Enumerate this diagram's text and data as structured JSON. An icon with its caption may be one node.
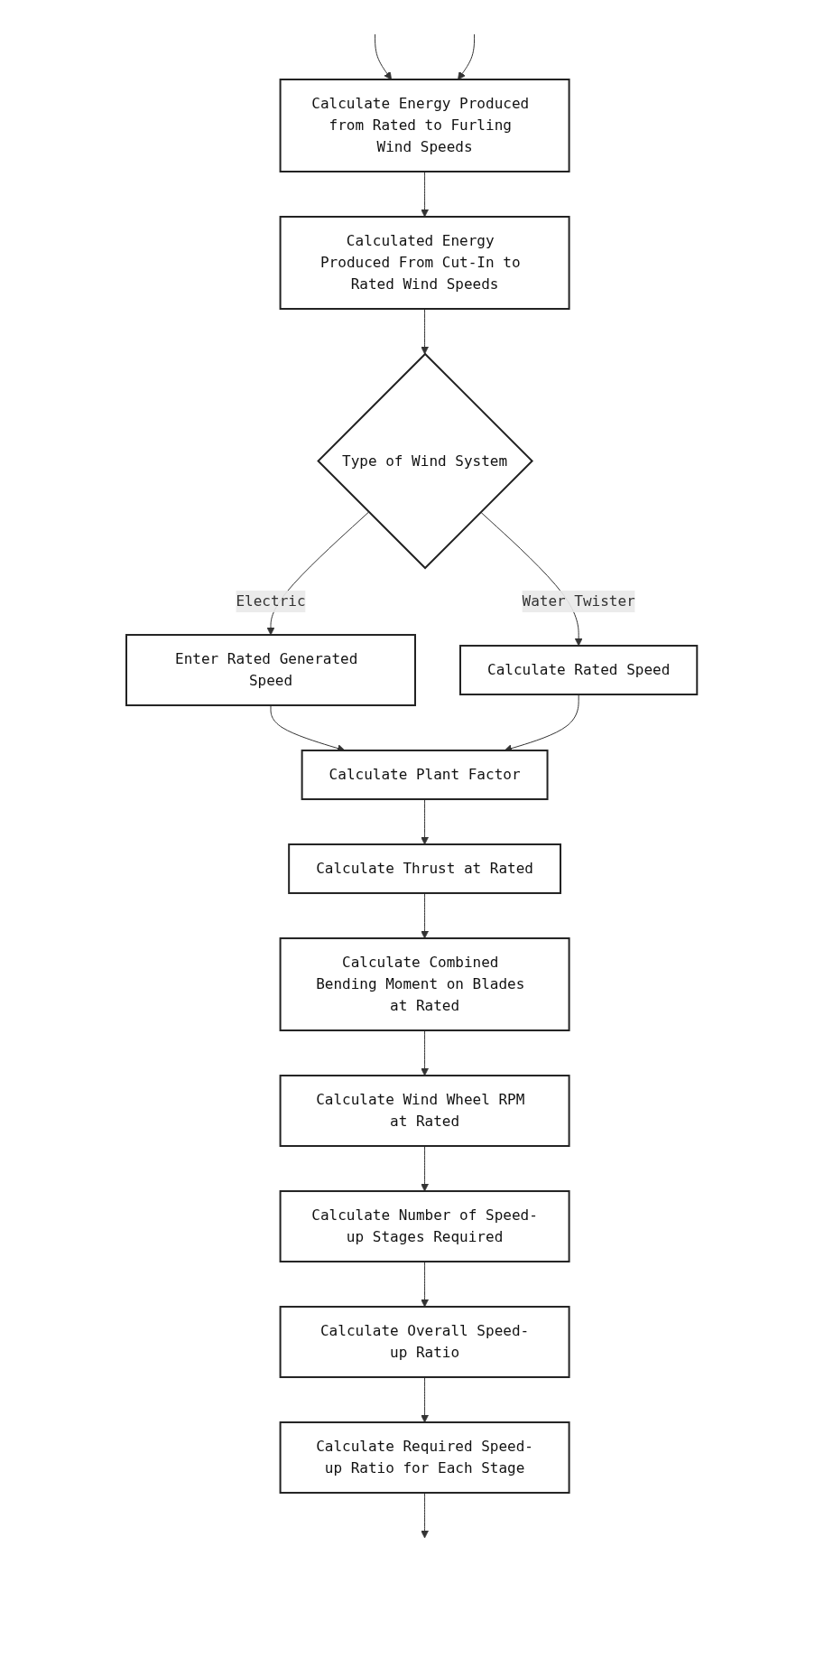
{
  "diagram": {
    "nodes": [
      {
        "text": [
          "Calculate Energy Produced from Rated to Furling Wind Speeds"
        ]
      },
      {
        "text": [
          "Calculated Energy Produced From Cut-In to Rated Wind Speeds"
        ]
      },
      {
        "text": [
          "Type of Wind System"
        ]
      },
      {
        "text": [
          "Calculate Rated Speed"
        ]
      },
      {
        "text": [
          "Enter Rated Generated Speed"
        ]
      },
      {
        "text": [
          "Calculate Plant Factor"
        ]
      },
      {
        "text": [
          "Calculate Thrust at Rated"
        ]
      },
      {
        "text": [
          "Calculate Combined Bending Moment on Blades at Rated"
        ]
      },
      {
        "text": [
          "Calculate Wind Wheel RPM at Rated"
        ]
      },
      {
        "text": [
          "Calculate Number of Speed-up Stages Required"
        ]
      },
      {
        "text": [
          "Calculate Overall Speed-up Ratio"
        ]
      },
      {
        "text": [
          "Calculate Required Speed-up Ratio for Each Stage"
        ]
      }
    ],
    "edges": [
      {
        "from": null,
        "to": 0,
        "arrow": "to"
      },
      {
        "from": null,
        "to": 0,
        "arrow": "to"
      },
      {
        "from": 0,
        "to": 1,
        "arrow": "to"
      },
      {
        "from": 1,
        "to": 2,
        "arrow": "to"
      },
      {
        "from": 2,
        "to": 3,
        "label": "Water Twister",
        "arrow": "to"
      },
      {
        "from": 2,
        "to": 4,
        "label": "Electric",
        "arrow": "to"
      },
      {
        "from": 4,
        "to": 5,
        "arrow": "to"
      },
      {
        "from": 3,
        "to": 5,
        "arrow": "to"
      },
      {
        "from": 5,
        "to": 6,
        "arrow": "to"
      },
      {
        "from": 6,
        "to": 7,
        "arrow": "to"
      },
      {
        "from": 7,
        "to": 8,
        "arrow": "to"
      },
      {
        "from": 8,
        "to": 9,
        "arrow": "to"
      },
      {
        "from": 9,
        "to": 10,
        "arrow": "to"
      },
      {
        "from": 10,
        "to": 11,
        "arrow": "to"
      },
      {
        "from": 11,
        "to": null,
        "arrow": "to"
      }
    ]
  }
}
